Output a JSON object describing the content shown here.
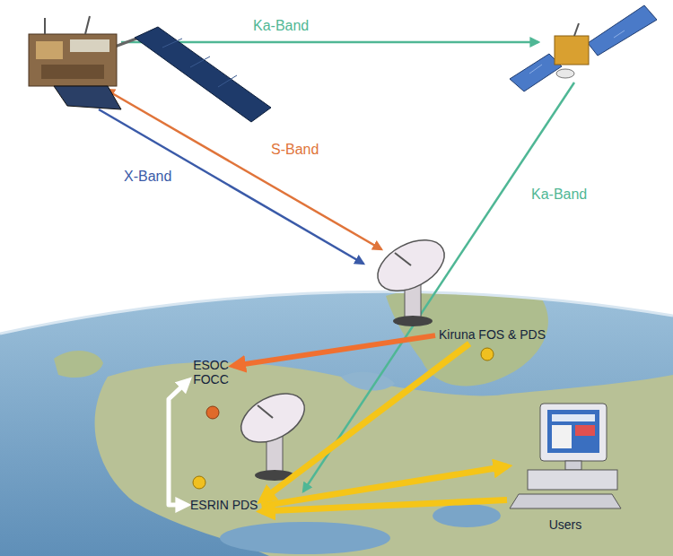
{
  "diagram": {
    "nodes": [
      {
        "text": [
          "Kiruna FOS & PDS"
        ]
      },
      {
        "text": [
          "ESOC FOCC"
        ]
      },
      {
        "text": [
          "ESRIN PDS"
        ]
      },
      {
        "text": [
          "Users"
        ]
      }
    ],
    "edges": [
      {
        "from": 0,
        "to": 1,
        "arrow": "to"
      },
      {
        "from": 0,
        "to": 2,
        "arrow": "to"
      },
      {
        "from": 2,
        "to": 3,
        "arrow": "to"
      },
      {
        "from": 3,
        "to": 2,
        "arrow": "to"
      },
      {
        "from": 1,
        "to": 2,
        "arrow": "both"
      }
    ],
    "labels": [
      "Ka-Band",
      "S-Band",
      "X-Band",
      "Ka-Band"
    ]
  }
}
